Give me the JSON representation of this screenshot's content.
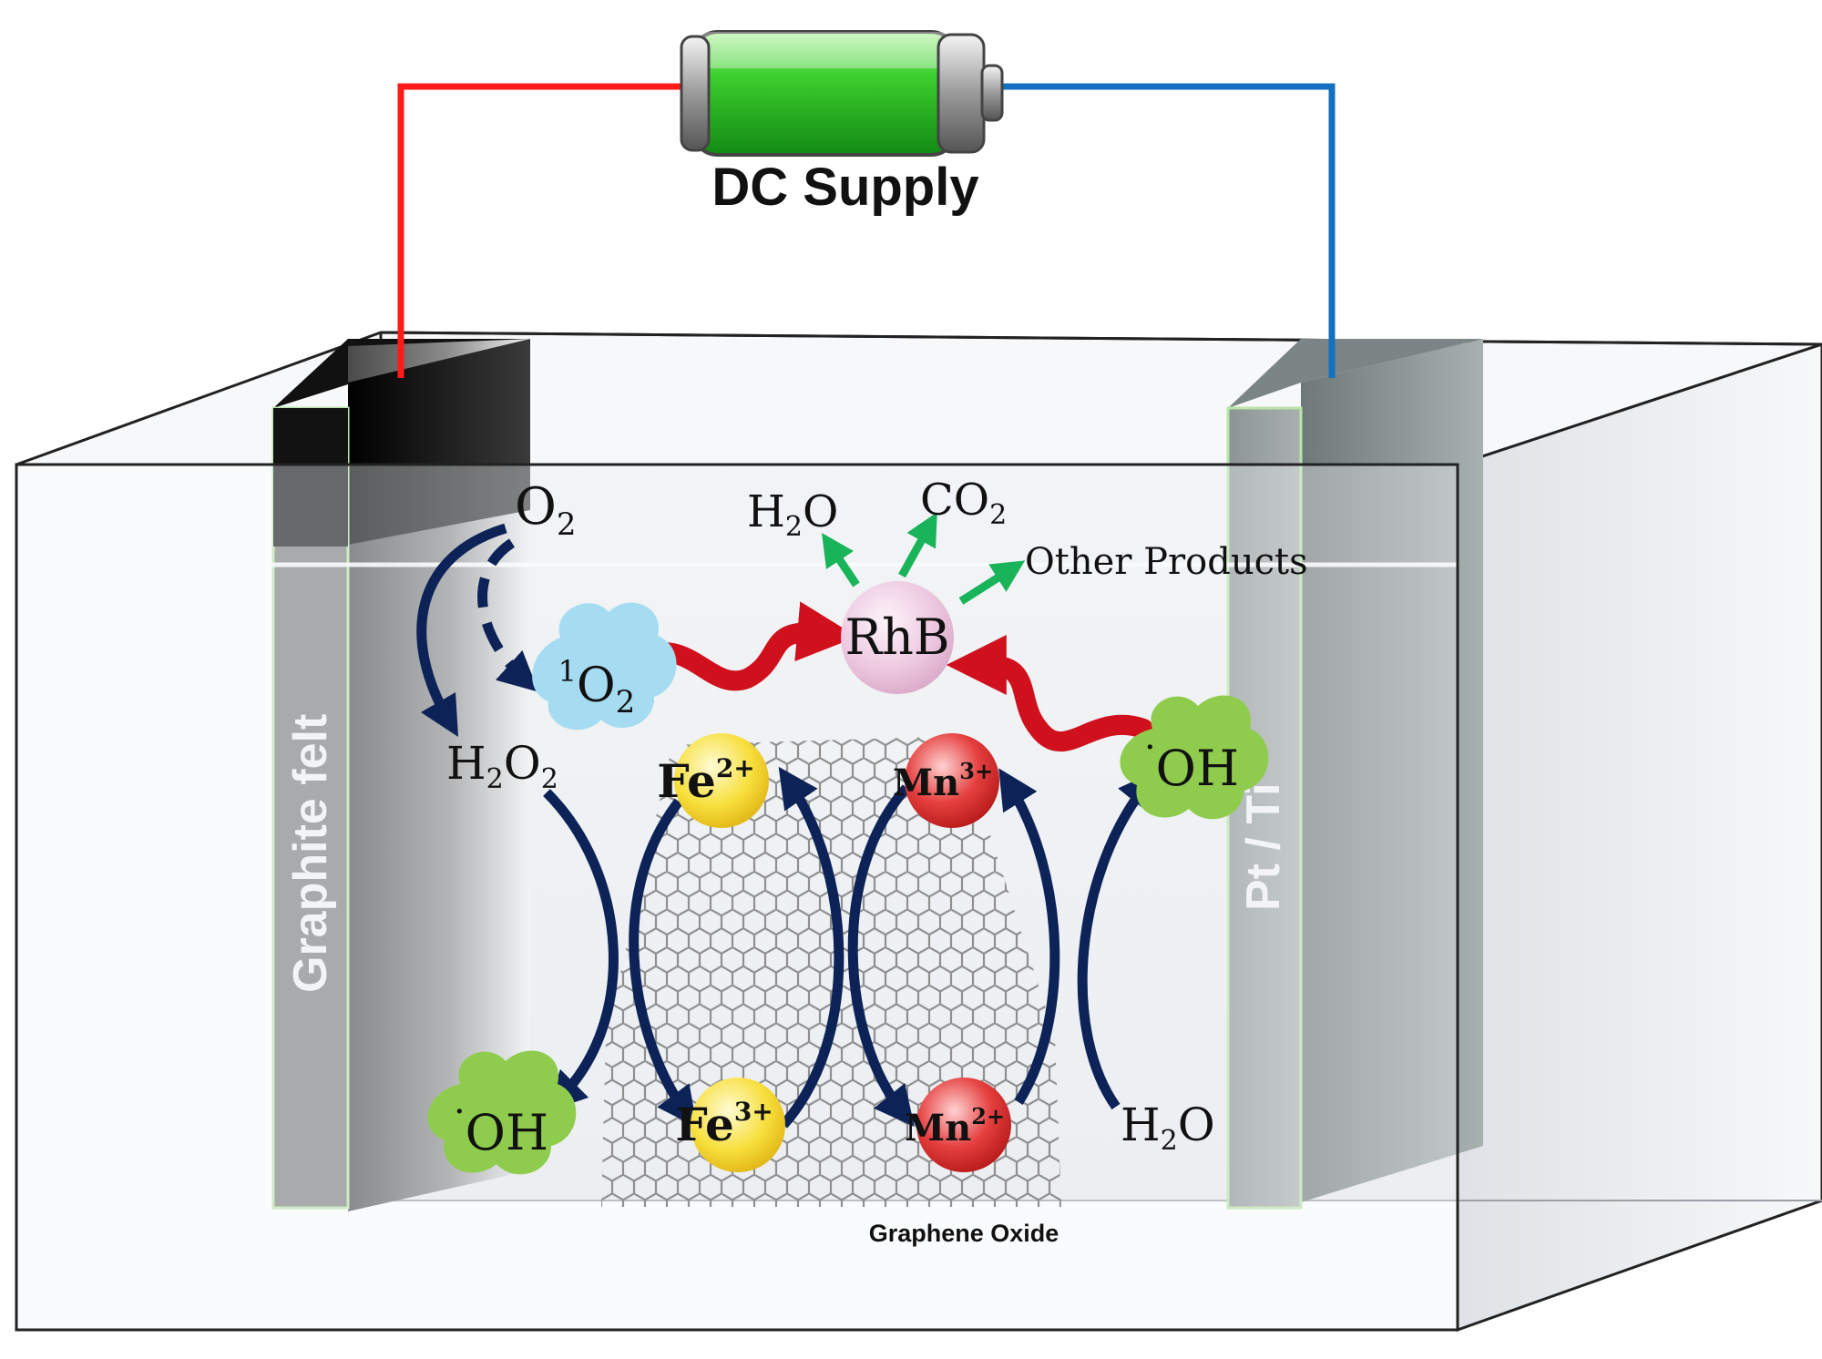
{
  "power": {
    "label": "DC Supply"
  },
  "electrodes": {
    "cathode": "Graphite felt",
    "anode": "Pt / Ti"
  },
  "pollutant": "RhB",
  "products": {
    "water": {
      "base": "H",
      "sub": "2",
      "tail": "O"
    },
    "co2": {
      "base": "CO",
      "sub": "2"
    },
    "other": "Other Products"
  },
  "species": {
    "o2": {
      "base": "O",
      "sub": "2"
    },
    "singlet_o2": {
      "sup": "1",
      "base": "O",
      "sub": "2"
    },
    "h2o2": {
      "a": "H",
      "sub1": "2",
      "b": "O",
      "sub2": "2"
    },
    "oh_radical_left": {
      "dot": "·",
      "base": "OH"
    },
    "oh_radical_right": {
      "dot": "·",
      "base": "OH"
    },
    "water_in": {
      "base": "H",
      "sub": "2",
      "tail": "O"
    }
  },
  "ions": {
    "fe2": {
      "base": "Fe",
      "sup": "2+"
    },
    "fe3": {
      "base": "Fe",
      "sup": "3+"
    },
    "mn3": {
      "base": "Mn",
      "sup": "3+"
    },
    "mn2": {
      "base": "Mn",
      "sup": "2+"
    }
  },
  "support": "Graphene Oxide",
  "colors": {
    "positive_wire": "#ff1a1a",
    "negative_wire": "#1470c0",
    "cycle_arrow": "#0d2358",
    "degradation_arrow": "#d0101c",
    "product_arrow": "#19b35a",
    "fe_ion": "#f7df3c",
    "mn_ion": "#e64040",
    "radical_cloud": "#8fcb4d",
    "singlet_cloud": "#a6dcf2",
    "rhb": "#ecc6df"
  }
}
